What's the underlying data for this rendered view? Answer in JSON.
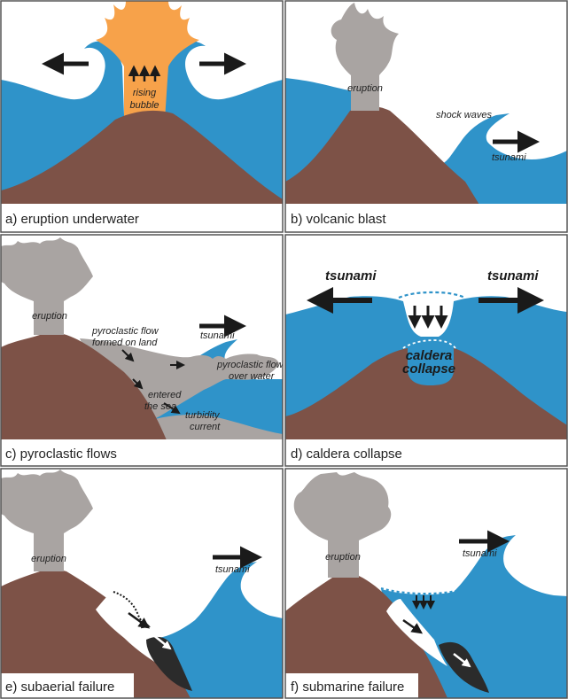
{
  "colors": {
    "water": "#2f93c9",
    "rock": "#7d5247",
    "ash": "#a9a4a2",
    "magma": "#f7a24a",
    "debris": "#2b2b2b",
    "arrow": "#1a1a1a",
    "frame": "#555555"
  },
  "panels": [
    {
      "caption": "a) eruption underwater",
      "labels": {
        "bubble_line1": "rising",
        "bubble_line2": "bubble"
      }
    },
    {
      "caption": "b) volcanic blast",
      "labels": {
        "eruption": "eruption",
        "shock": "shock waves",
        "tsunami": "tsunami"
      }
    },
    {
      "caption": "c) pyroclastic flows",
      "labels": {
        "eruption": "eruption",
        "flow_land_line1": "pyroclastic flow",
        "flow_land_line2": "formed on land",
        "tsunami": "tsunami",
        "flow_water_line1": "pyroclastic flow",
        "flow_water_line2": "over water",
        "entered_line1": "entered",
        "entered_line2": "the sea",
        "turbidity_line1": "turbidity",
        "turbidity_line2": "current"
      }
    },
    {
      "caption": "d) caldera collapse",
      "labels": {
        "tsunami_left": "tsunami",
        "tsunami_right": "tsunami",
        "caldera_line1": "caldera",
        "caldera_line2": "collapse"
      }
    },
    {
      "caption": "e) subaerial failure",
      "labels": {
        "eruption": "eruption",
        "tsunami": "tsunami"
      }
    },
    {
      "caption": "f) submarine failure",
      "labels": {
        "eruption": "eruption",
        "tsunami": "tsunami"
      }
    }
  ]
}
